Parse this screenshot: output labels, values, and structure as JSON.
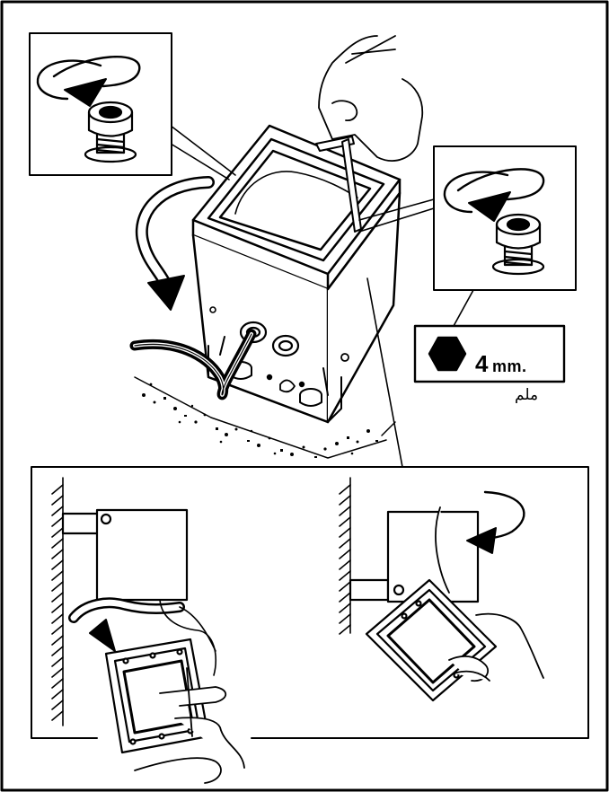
{
  "tool_size": {
    "value": "4",
    "unit": "mm."
  },
  "note": "ملم",
  "colors": {
    "ink": "#000000",
    "paper": "#ffffff",
    "shade": "#d8d8d8"
  },
  "icons": [
    "rotate-clockwise-icon",
    "hex-key-icon",
    "cap-screw-icon"
  ]
}
